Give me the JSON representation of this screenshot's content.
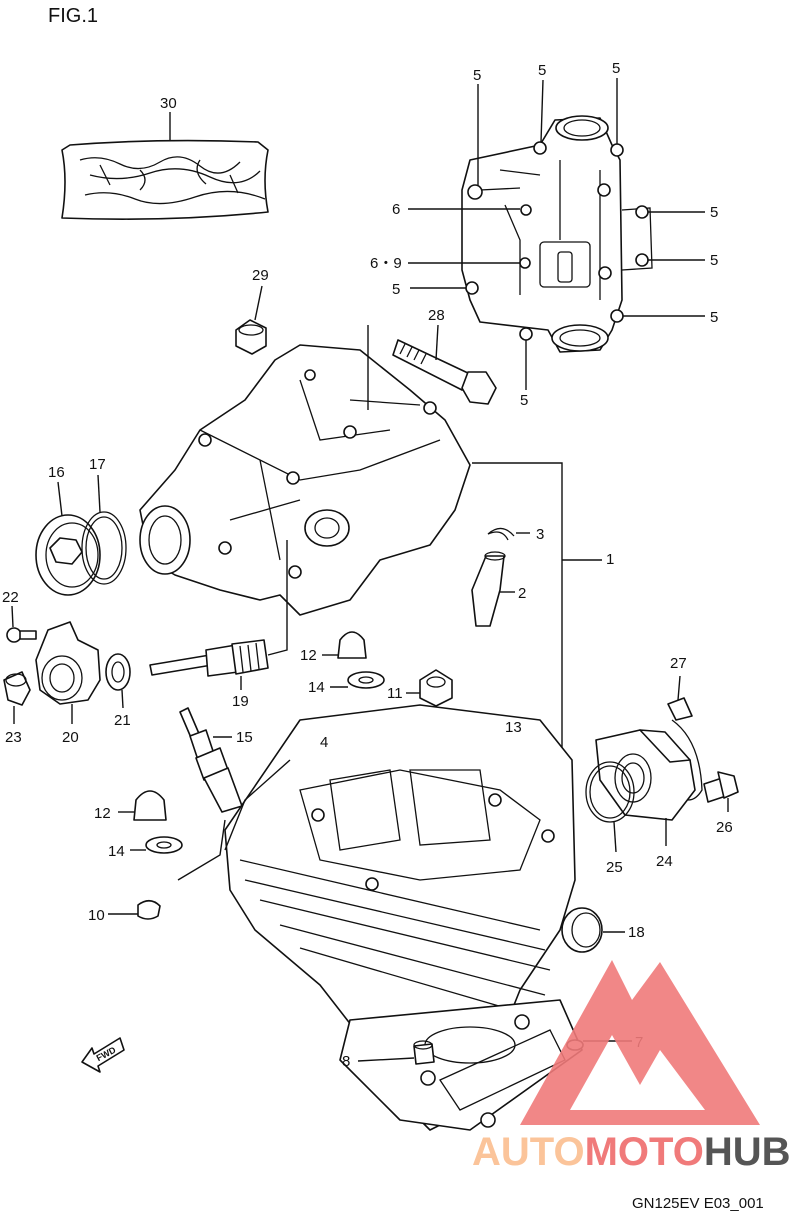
{
  "figure_label": "FIG.1",
  "drawing_code": "GN125EV E03_001",
  "fwd_label": "FWD",
  "watermark": {
    "part1": "AUTO",
    "part2": "MOTO",
    "part3": "HUB",
    "colors": {
      "primary": "#f07a7a",
      "secondary": "#fbc49a",
      "dark": "#555555"
    }
  },
  "callouts": [
    {
      "id": "c30",
      "text": "30"
    },
    {
      "id": "c5a",
      "text": "5"
    },
    {
      "id": "c5b",
      "text": "5"
    },
    {
      "id": "c5c",
      "text": "5"
    },
    {
      "id": "c5d",
      "text": "5"
    },
    {
      "id": "c5e",
      "text": "5"
    },
    {
      "id": "c5f",
      "text": "5"
    },
    {
      "id": "c5g",
      "text": "5"
    },
    {
      "id": "c5h",
      "text": "5"
    },
    {
      "id": "c6",
      "text": "6"
    },
    {
      "id": "c69",
      "text": "6・9"
    },
    {
      "id": "c29",
      "text": "29"
    },
    {
      "id": "c28",
      "text": "28"
    },
    {
      "id": "c16",
      "text": "16"
    },
    {
      "id": "c17",
      "text": "17"
    },
    {
      "id": "c3",
      "text": "3"
    },
    {
      "id": "c1",
      "text": "1"
    },
    {
      "id": "c2",
      "text": "2"
    },
    {
      "id": "c22",
      "text": "22"
    },
    {
      "id": "c12a",
      "text": "12"
    },
    {
      "id": "c14a",
      "text": "14"
    },
    {
      "id": "c11",
      "text": "11"
    },
    {
      "id": "c13",
      "text": "13"
    },
    {
      "id": "c23",
      "text": "23"
    },
    {
      "id": "c20",
      "text": "20"
    },
    {
      "id": "c21",
      "text": "21"
    },
    {
      "id": "c19",
      "text": "19"
    },
    {
      "id": "c15",
      "text": "15"
    },
    {
      "id": "c4",
      "text": "4"
    },
    {
      "id": "c27",
      "text": "27"
    },
    {
      "id": "c12b",
      "text": "12"
    },
    {
      "id": "c14b",
      "text": "14"
    },
    {
      "id": "c26",
      "text": "26"
    },
    {
      "id": "c25",
      "text": "25"
    },
    {
      "id": "c24",
      "text": "24"
    },
    {
      "id": "c10",
      "text": "10"
    },
    {
      "id": "c18",
      "text": "18"
    },
    {
      "id": "c7",
      "text": "7"
    },
    {
      "id": "c8",
      "text": "8"
    }
  ]
}
